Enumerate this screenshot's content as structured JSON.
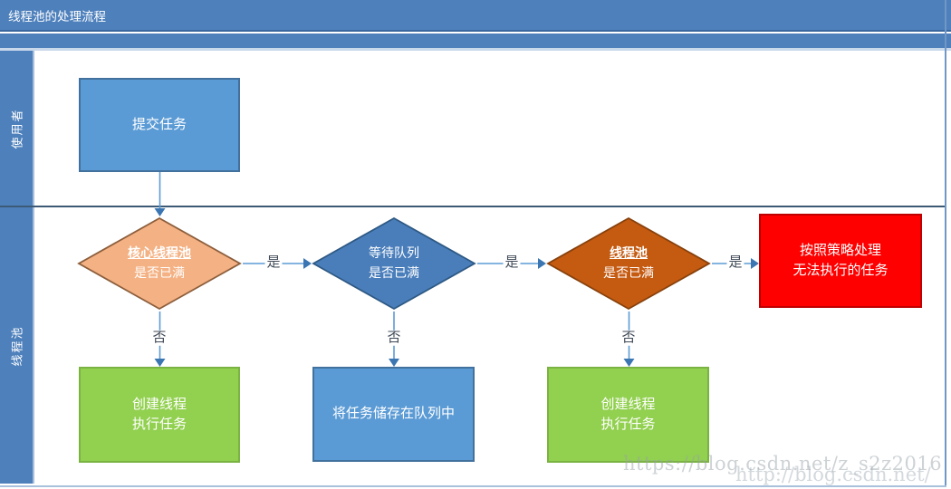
{
  "title": "线程池的处理流程",
  "lanes": [
    {
      "label": "使用者"
    },
    {
      "label": "线程池"
    }
  ],
  "nodes": {
    "submit_task": {
      "shape": "rect",
      "label": "提交任务",
      "fill": "#5b9bd5",
      "border": "#41719c"
    },
    "core_pool_full": {
      "shape": "diamond",
      "line1": "核心线程池",
      "line2": "是否已满",
      "fill": "#f4b183",
      "border": "#8c5e3c"
    },
    "wait_queue_full": {
      "shape": "diamond",
      "line1": "等待队列",
      "line2": "是否已满",
      "fill": "#4a7ebb",
      "border": "#2e5984"
    },
    "thread_pool_full": {
      "shape": "diamond",
      "line1": "线程池",
      "line2": "是否已满",
      "fill": "#c55a11",
      "border": "#87410c"
    },
    "reject_policy": {
      "shape": "rect",
      "line1": "按照策略处理",
      "line2": "无法执行的任务",
      "fill": "#fe0000",
      "border": "#c00000"
    },
    "create_thread_1": {
      "shape": "rect",
      "line1": "创建线程",
      "line2": "执行任务",
      "fill": "#92d050",
      "border": "#7bb342"
    },
    "store_in_queue": {
      "shape": "rect",
      "label": "将任务储存在队列中",
      "fill": "#5b9bd5",
      "border": "#41719c"
    },
    "create_thread_2": {
      "shape": "rect",
      "line1": "创建线程",
      "line2": "执行任务",
      "fill": "#92d050",
      "border": "#7bb342"
    }
  },
  "edges": [
    {
      "from": "submit_task",
      "to": "core_pool_full",
      "label": ""
    },
    {
      "from": "core_pool_full",
      "to": "wait_queue_full",
      "label": "是"
    },
    {
      "from": "wait_queue_full",
      "to": "thread_pool_full",
      "label": "是"
    },
    {
      "from": "thread_pool_full",
      "to": "reject_policy",
      "label": "是"
    },
    {
      "from": "core_pool_full",
      "to": "create_thread_1",
      "label": "否"
    },
    {
      "from": "wait_queue_full",
      "to": "store_in_queue",
      "label": "否"
    },
    {
      "from": "thread_pool_full",
      "to": "create_thread_2",
      "label": "否"
    }
  ],
  "watermarks": [
    {
      "text": "https://blog.csdn.net/z_s2z2016"
    },
    {
      "text": "http://blog.csdn.net/"
    }
  ],
  "colors": {
    "header_bg": "#4e80bc",
    "lane_bg": "#4e80bc",
    "lane_divider": "#3c5a76",
    "arrow_line": "#5b9bd5",
    "arrow_head": "#3b76b2",
    "edge_label_text": "#404a57"
  }
}
